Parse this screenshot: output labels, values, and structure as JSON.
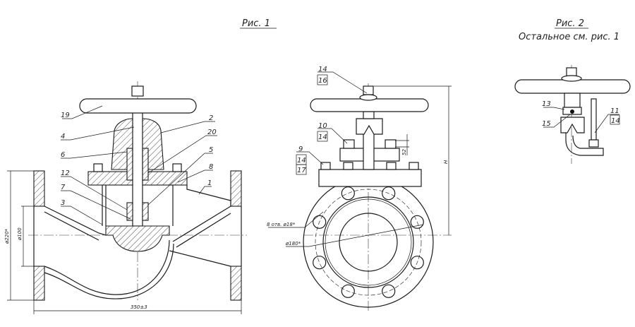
{
  "figure1": {
    "title": "Рис. 1",
    "labels": {
      "p19": "19",
      "p4": "4",
      "p6": "6",
      "p12": "12",
      "p7": "7",
      "p3": "3",
      "p2": "2",
      "p20": "20",
      "p5": "5",
      "p8": "8",
      "p1": "1"
    },
    "dimensions": {
      "flange_dia": "ø220*",
      "bore_dia": "ø100",
      "length": "350±3"
    }
  },
  "figure1_side": {
    "labels": {
      "a1": "14",
      "a2": "16",
      "b1": "10",
      "b2": "14",
      "c1": "9",
      "c2": "14",
      "c3": "17"
    },
    "dimensions": {
      "holes": "8 отв. ø18*",
      "bolt_circle": "ø180*",
      "height": "H",
      "nut_gap": "52"
    }
  },
  "figure2": {
    "title": "Рис. 2",
    "subtitle": "Остальное см. рис. 1",
    "labels": {
      "p13": "13",
      "p15": "15",
      "p11": "11",
      "p14": "14"
    }
  }
}
